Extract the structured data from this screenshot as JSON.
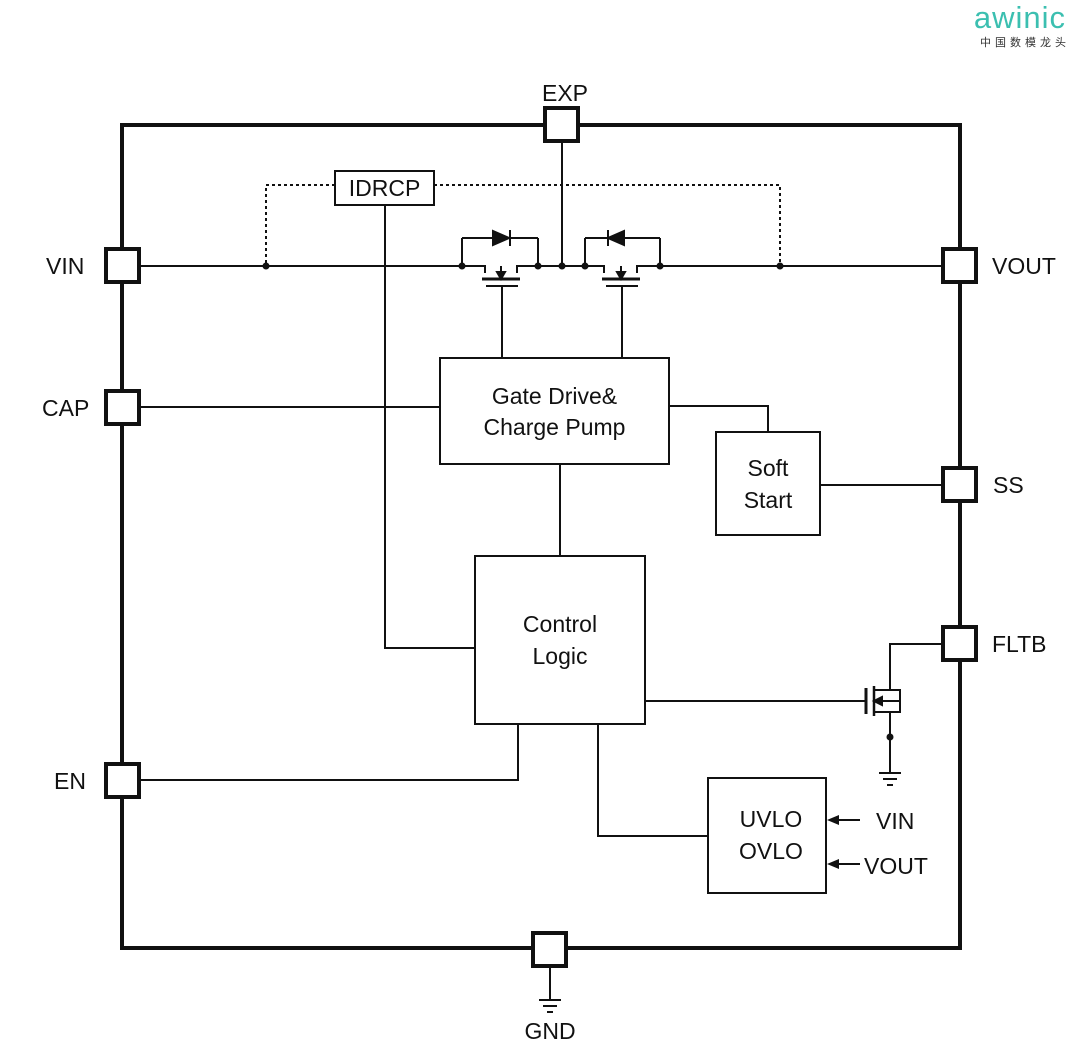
{
  "logo": {
    "brand": "awinic",
    "tagline": "中国数模龙头",
    "brand_color": "#3bbfb0"
  },
  "pins": {
    "exp": "EXP",
    "vin": "VIN",
    "cap": "CAP",
    "en": "EN",
    "vout": "VOUT",
    "ss": "SS",
    "fltb": "FLTB",
    "gnd": "GND"
  },
  "blocks": {
    "idrcp": "IDRCP",
    "gate_drive": [
      "Gate Drive&",
      "Charge Pump"
    ],
    "soft_start": [
      "Soft",
      "Start"
    ],
    "control_logic": [
      "Control",
      "Logic"
    ],
    "uvlo_ovlo": [
      "UVLO",
      "OVLO"
    ]
  },
  "inputs": {
    "uvlo_vin": "VIN",
    "uvlo_vout": "VOUT"
  }
}
